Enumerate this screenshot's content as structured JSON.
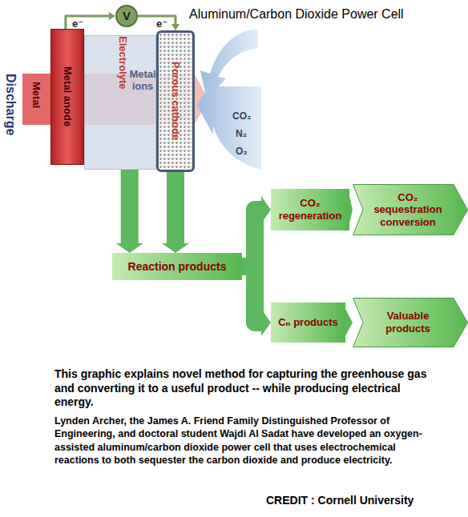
{
  "diagram": {
    "title": "Aluminum/Carbon Dioxide Power Cell",
    "caption": "This graphic explains novel method for capturing the greenhouse gas and converting it to a useful product -- while producing electrical energy.",
    "nodes": [
      {
        "text": [
          "V"
        ]
      },
      {
        "text": [
          "Metal anode"
        ]
      },
      {
        "text": [
          "Electrolyte"
        ]
      },
      {
        "text": [
          "Porous cathode"
        ]
      },
      {
        "text": [
          "Reaction products"
        ]
      },
      {
        "text": [
          "CO₂ regeneration"
        ]
      },
      {
        "text": [
          "CO₂ sequestration conversion"
        ]
      },
      {
        "text": [
          "Cₙ products"
        ]
      },
      {
        "text": [
          "Valuable products"
        ]
      }
    ],
    "edges": [
      {
        "from": 1,
        "to": 0,
        "arrow": "to",
        "label": "e⁻"
      },
      {
        "from": 0,
        "to": 3,
        "arrow": "to",
        "label": "e⁻"
      },
      {
        "from": 2,
        "to": 4,
        "arrow": "to"
      },
      {
        "from": 3,
        "to": 4,
        "arrow": "to"
      },
      {
        "from": 4,
        "to": 5,
        "arrow": "to"
      },
      {
        "from": 4,
        "to": 7,
        "arrow": "to"
      },
      {
        "from": 5,
        "to": 6,
        "arrow": "to"
      },
      {
        "from": 7,
        "to": 8,
        "arrow": "to"
      }
    ],
    "labels": [
      "Discharge",
      "Metal",
      "Metal ions",
      "CO₂",
      "N₂",
      "O₂",
      "Lynden Archer, the James A. Friend Family Distinguished Professor of Engineering, and doctoral student Wajdi Al Sadat have developed an oxygen-assisted aluminum/carbon dioxide power cell that uses electrochemical reactions to both sequester the carbon dioxide and produce electricity.",
      "CREDIT : Cornell University"
    ]
  }
}
